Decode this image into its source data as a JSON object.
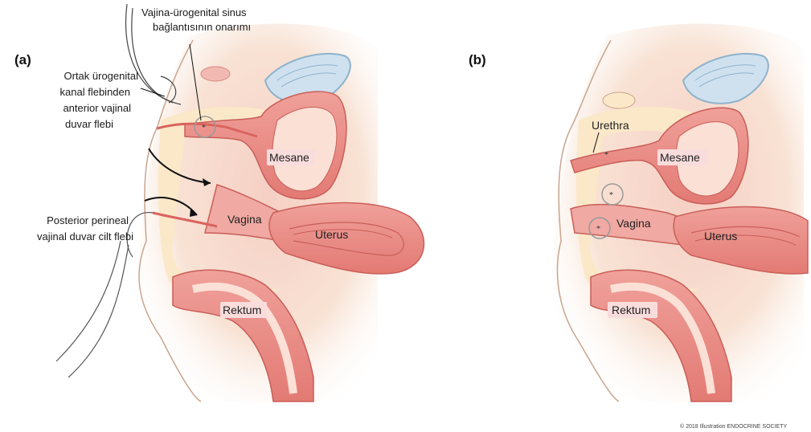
{
  "panels": {
    "a": {
      "letter": "(a)",
      "annotations": {
        "vajina_line1": "Vajina-ürogenital sinus",
        "vajina_line2": "bağlantısının onarımı",
        "ortak_line1": "Ortak ürogenital",
        "ortak_line2": "kanal flebinden",
        "ortak_line3": "anterior vajinal",
        "ortak_line4": "duvar flebi",
        "posterior_line1": "Posterior perineal",
        "posterior_line2": "vajinal duvar cilt flebi"
      },
      "organs": {
        "mesane": "Mesane",
        "vagina": "Vagina",
        "uterus": "Uterus",
        "rektum": "Rektum"
      }
    },
    "b": {
      "letter": "(b)",
      "organs": {
        "urethra": "Urethra",
        "mesane": "Mesane",
        "vagina": "Vagina",
        "uterus": "Uterus",
        "rektum": "Rektum"
      }
    }
  },
  "copyright": "© 2018 Illustration ENDOCRINE SOCIETY",
  "colors": {
    "skin": "#fbe9d2",
    "tissue_pink": "#f3b3ad",
    "organ_red": "#e9827d",
    "organ_dark": "#d9645f",
    "bone_blue": "#cfe1ef",
    "bone_outline": "#8fb3cc",
    "label_bg": "#f9dcdc"
  }
}
